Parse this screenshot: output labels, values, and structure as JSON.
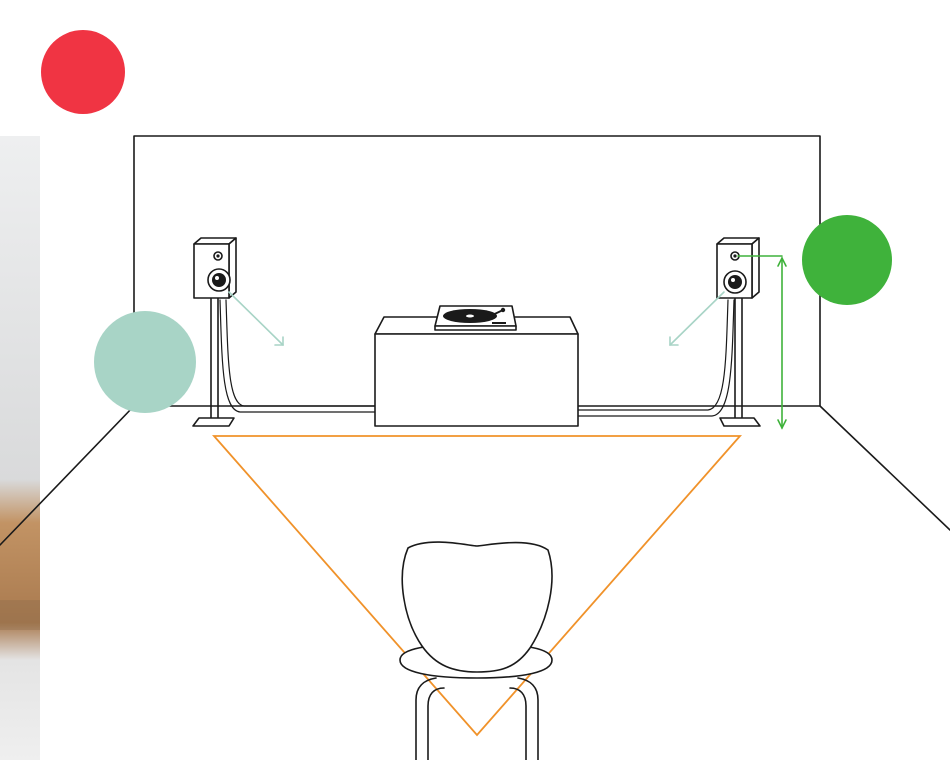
{
  "colors": {
    "background": "#ffffff",
    "line": "#1a1a1a",
    "marker_red": "#f03443",
    "marker_green": "#3fb23b",
    "marker_mint": "#a8d4c6",
    "toe_in_arrow": "#a8d4c6",
    "height_arrow": "#3fb23b",
    "listening_triangle": "#f0922a",
    "photo_strip_light": "#e8e9ea",
    "photo_strip_wood": "#b98a5c"
  },
  "diagram": {
    "elements": [
      "back-wall",
      "room-floor",
      "left-speaker",
      "right-speaker",
      "left-speaker-stand",
      "right-speaker-stand",
      "cabinet",
      "turntable",
      "listening-chair"
    ],
    "markers": [
      {
        "name": "red-marker",
        "color": "#f03443"
      },
      {
        "name": "green-marker",
        "color": "#3fb23b"
      },
      {
        "name": "mint-marker",
        "color": "#a8d4c6"
      }
    ]
  }
}
